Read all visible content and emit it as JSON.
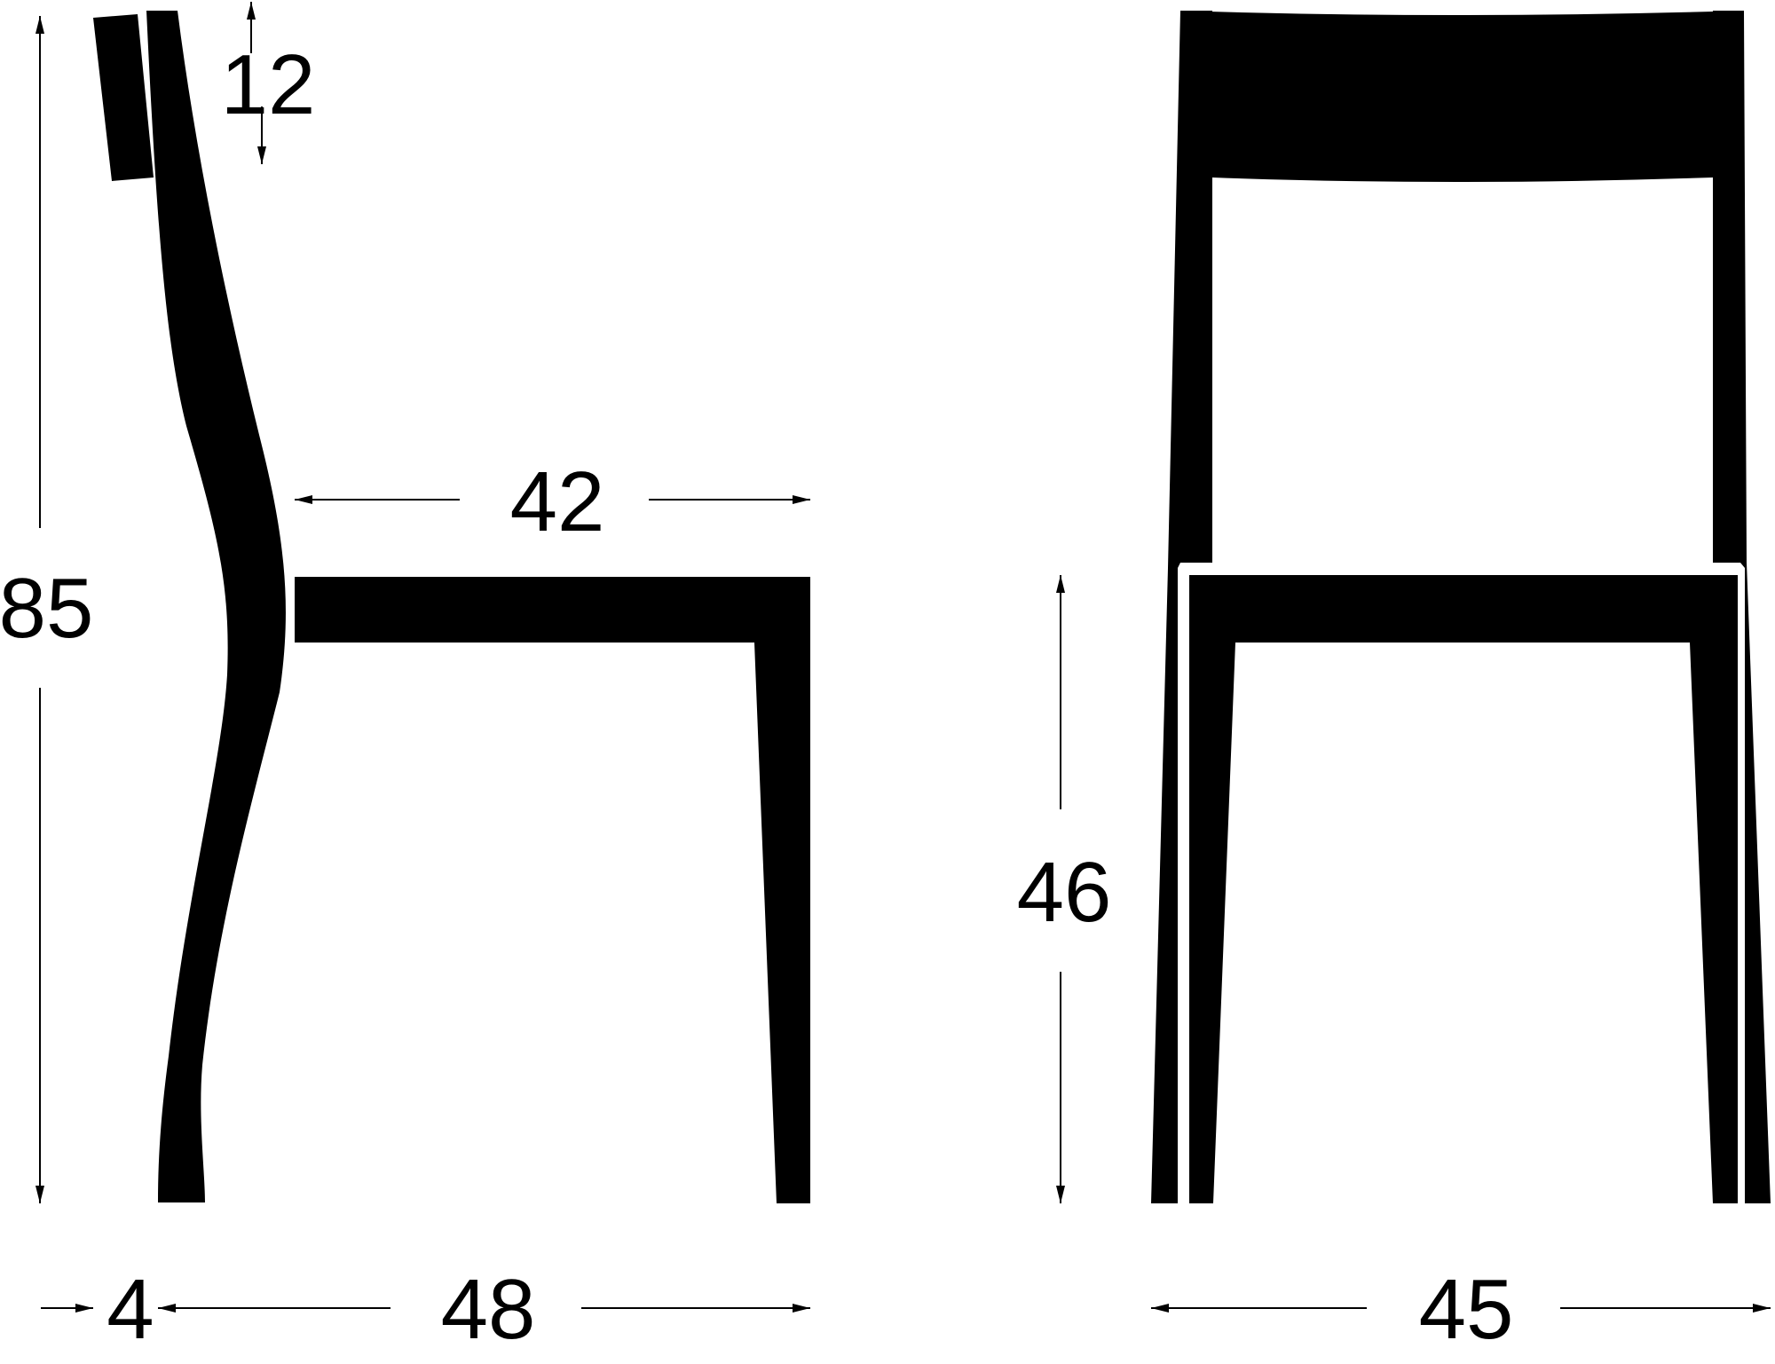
{
  "diagram": {
    "dimensions": {
      "side_total_height": "85",
      "backrest_height": "12",
      "seat_depth": "42",
      "back_thickness": "4",
      "total_depth": "48",
      "seat_height": "46",
      "total_width": "45"
    }
  }
}
